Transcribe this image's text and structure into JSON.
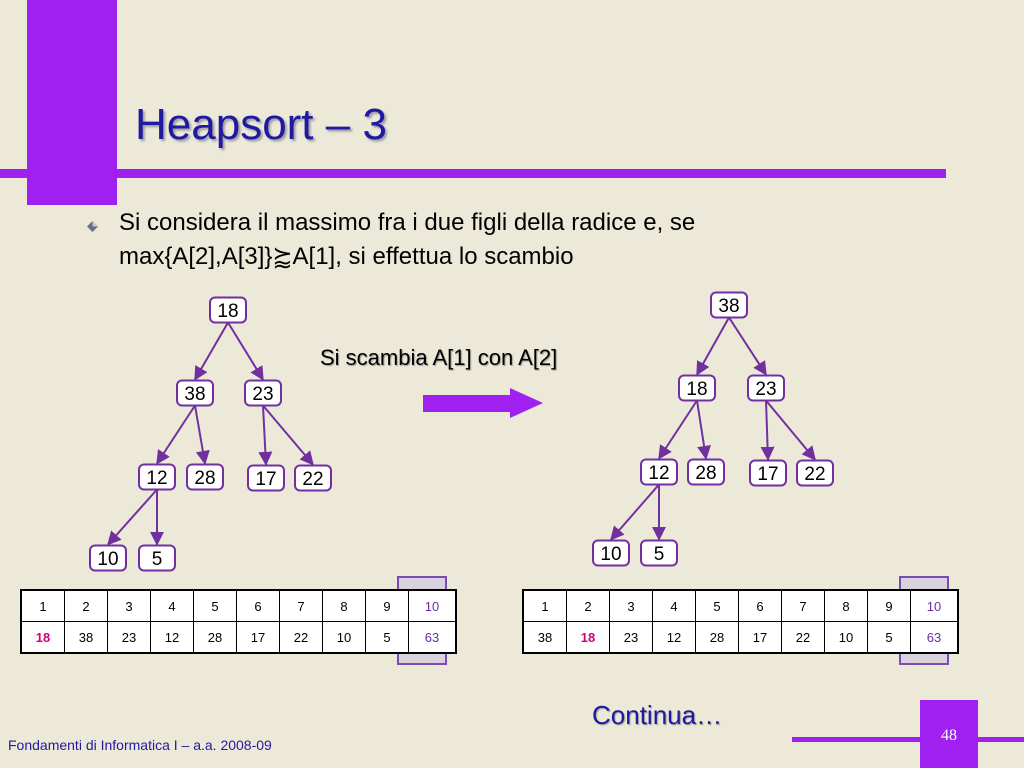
{
  "slide": {
    "title": "Heapsort – 3",
    "bullet_line1": "Si considera il massimo fra i due figli della radice e, se",
    "bullet_line2": "max{A[2],A[3]}⪸A[1], si effettua lo scambio",
    "swap_label": "Si scambia A[1] con A[2]",
    "continue_label": "Continua…",
    "footer": "Fondamenti di Informatica I – a.a. 2008-09",
    "page_number": "48"
  },
  "trees": [
    {
      "nodes": [
        "18",
        "38",
        "23",
        "12",
        "28",
        "17",
        "22",
        "10",
        "5"
      ]
    },
    {
      "nodes": [
        "38",
        "18",
        "23",
        "12",
        "28",
        "17",
        "22",
        "10",
        "5"
      ]
    }
  ],
  "tables": [
    {
      "indices": [
        "1",
        "2",
        "3",
        "4",
        "5",
        "6",
        "7",
        "8",
        "9",
        "10"
      ],
      "values": [
        "18",
        "38",
        "23",
        "12",
        "28",
        "17",
        "22",
        "10",
        "5",
        "63"
      ],
      "highlight_index": 0
    },
    {
      "indices": [
        "1",
        "2",
        "3",
        "4",
        "5",
        "6",
        "7",
        "8",
        "9",
        "10"
      ],
      "values": [
        "38",
        "18",
        "23",
        "12",
        "28",
        "17",
        "22",
        "10",
        "5",
        "63"
      ],
      "highlight_index": 1
    }
  ],
  "colors": {
    "accent": "#a020f0",
    "title": "#1f1aa0",
    "highlight_value": "#d6007a",
    "node_border": "#7030a0"
  }
}
